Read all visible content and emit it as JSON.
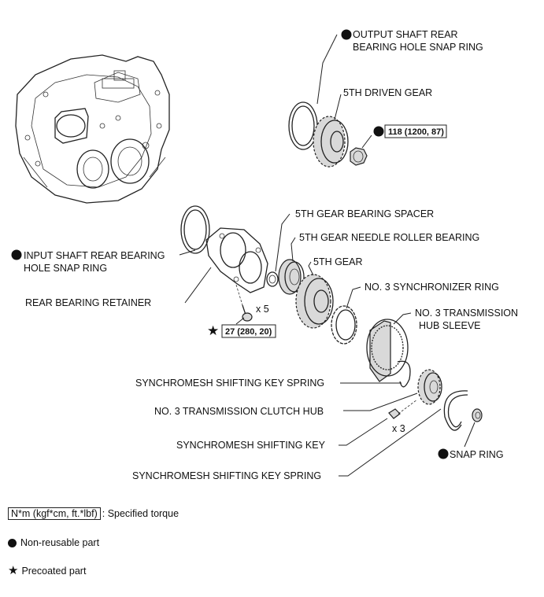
{
  "labels": {
    "output_shaft_snap_ring_1": "OUTPUT SHAFT REAR",
    "output_shaft_snap_ring_2": "BEARING HOLE SNAP RING",
    "fifth_driven_gear": "5TH DRIVEN GEAR",
    "torque_nut": "118 (1200, 87)",
    "fifth_gear_bearing_spacer": "5TH GEAR BEARING SPACER",
    "fifth_gear_needle_roller_bearing": "5TH GEAR NEEDLE ROLLER BEARING",
    "fifth_gear": "5TH GEAR",
    "no3_synchronizer_ring": "NO. 3 SYNCHRONIZER RING",
    "no3_transmission_hub_sleeve_1": "NO. 3 TRANSMISSION",
    "no3_transmission_hub_sleeve_2": "HUB SLEEVE",
    "input_shaft_snap_ring_1": "INPUT SHAFT REAR BEARING",
    "input_shaft_snap_ring_2": "HOLE SNAP RING",
    "rear_bearing_retainer": "REAR BEARING RETAINER",
    "bolt_qty": "x 5",
    "torque_bolt": "27 (280, 20)",
    "shifting_key_spring_upper": "SYNCHROMESH SHIFTING KEY SPRING",
    "no3_transmission_clutch_hub": "NO. 3 TRANSMISSION CLUTCH HUB",
    "key_qty": "x 3",
    "synchromesh_shifting_key": "SYNCHROMESH SHIFTING KEY",
    "snap_ring": "SNAP RING",
    "shifting_key_spring_lower": "SYNCHROMESH SHIFTING KEY SPRING"
  },
  "legend": {
    "torque_box": "N*m (kgf*cm, ft.*lbf)",
    "torque_desc": ": Specified torque",
    "non_reusable": "Non-reusable part",
    "precoated": "Precoated part"
  }
}
